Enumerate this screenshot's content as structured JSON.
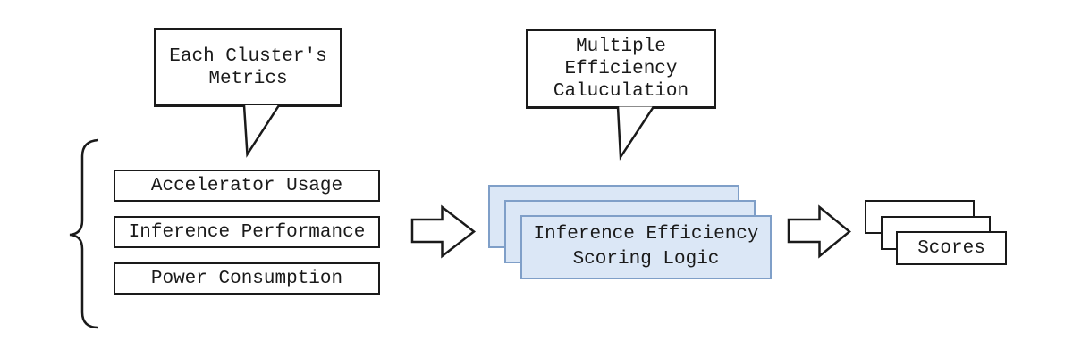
{
  "diagram": {
    "callouts": [
      {
        "lines": [
          "Each Cluster's",
          "Metrics"
        ]
      },
      {
        "lines": [
          "Multiple",
          "Efficiency",
          "Caluculation"
        ]
      }
    ],
    "input_boxes": [
      "Accelerator Usage",
      "Inference Performance",
      "Power Consumption"
    ],
    "process_box": {
      "lines": [
        "Inference Efficiency",
        "Scoring Logic"
      ]
    },
    "output_box": {
      "label": "Scores"
    },
    "colors": {
      "background": "#ffffff",
      "outline": "#1a1a1a",
      "process_fill": "#dbe7f6",
      "process_border": "#7f9fc8"
    }
  }
}
